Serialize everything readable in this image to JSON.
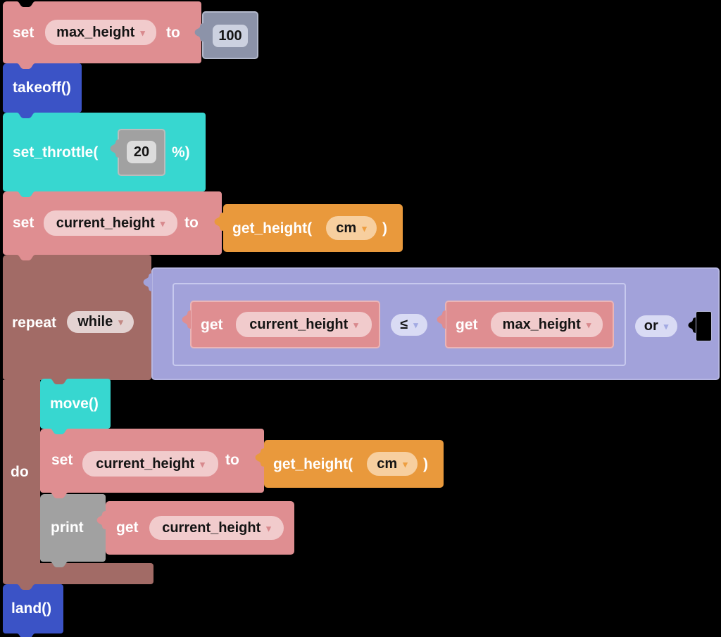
{
  "ui": {
    "dropdown_arrow": "▾"
  },
  "colors": {
    "background": "#000000",
    "variable_pink": "#df8e91",
    "action_blue": "#3b53c6",
    "drone_teal": "#37d7d0",
    "number_grey_blue": "#8c93a9",
    "number_grey": "#a1a1a1",
    "sensor_orange": "#e9993c",
    "loop_brown": "#a26b66",
    "logic_purple": "#a2a2da"
  },
  "blocks": {
    "set_max_height": {
      "keyword": "set",
      "variable": "max_height",
      "to": "to",
      "value": "100"
    },
    "takeoff": {
      "label": "takeoff()"
    },
    "set_throttle": {
      "open": "set_throttle(",
      "value": "20",
      "close": "%)"
    },
    "set_current_height": {
      "keyword": "set",
      "variable": "current_height",
      "to": "to"
    },
    "get_height": {
      "open": "get_height(",
      "unit": "cm",
      "close": ")"
    },
    "repeat": {
      "label": "repeat",
      "mode": "while",
      "do_label": "do"
    },
    "condition": {
      "left": {
        "keyword": "get",
        "variable": "current_height"
      },
      "operator": "≤",
      "right": {
        "keyword": "get",
        "variable": "max_height"
      },
      "combinator": "or"
    },
    "move": {
      "label": "move()"
    },
    "do_set_current_height": {
      "keyword": "set",
      "variable": "current_height",
      "to": "to"
    },
    "do_get_height": {
      "open": "get_height(",
      "unit": "cm",
      "close": ")"
    },
    "print": {
      "label": "print",
      "get": {
        "keyword": "get",
        "variable": "current_height"
      }
    },
    "land": {
      "label": "land()"
    }
  }
}
